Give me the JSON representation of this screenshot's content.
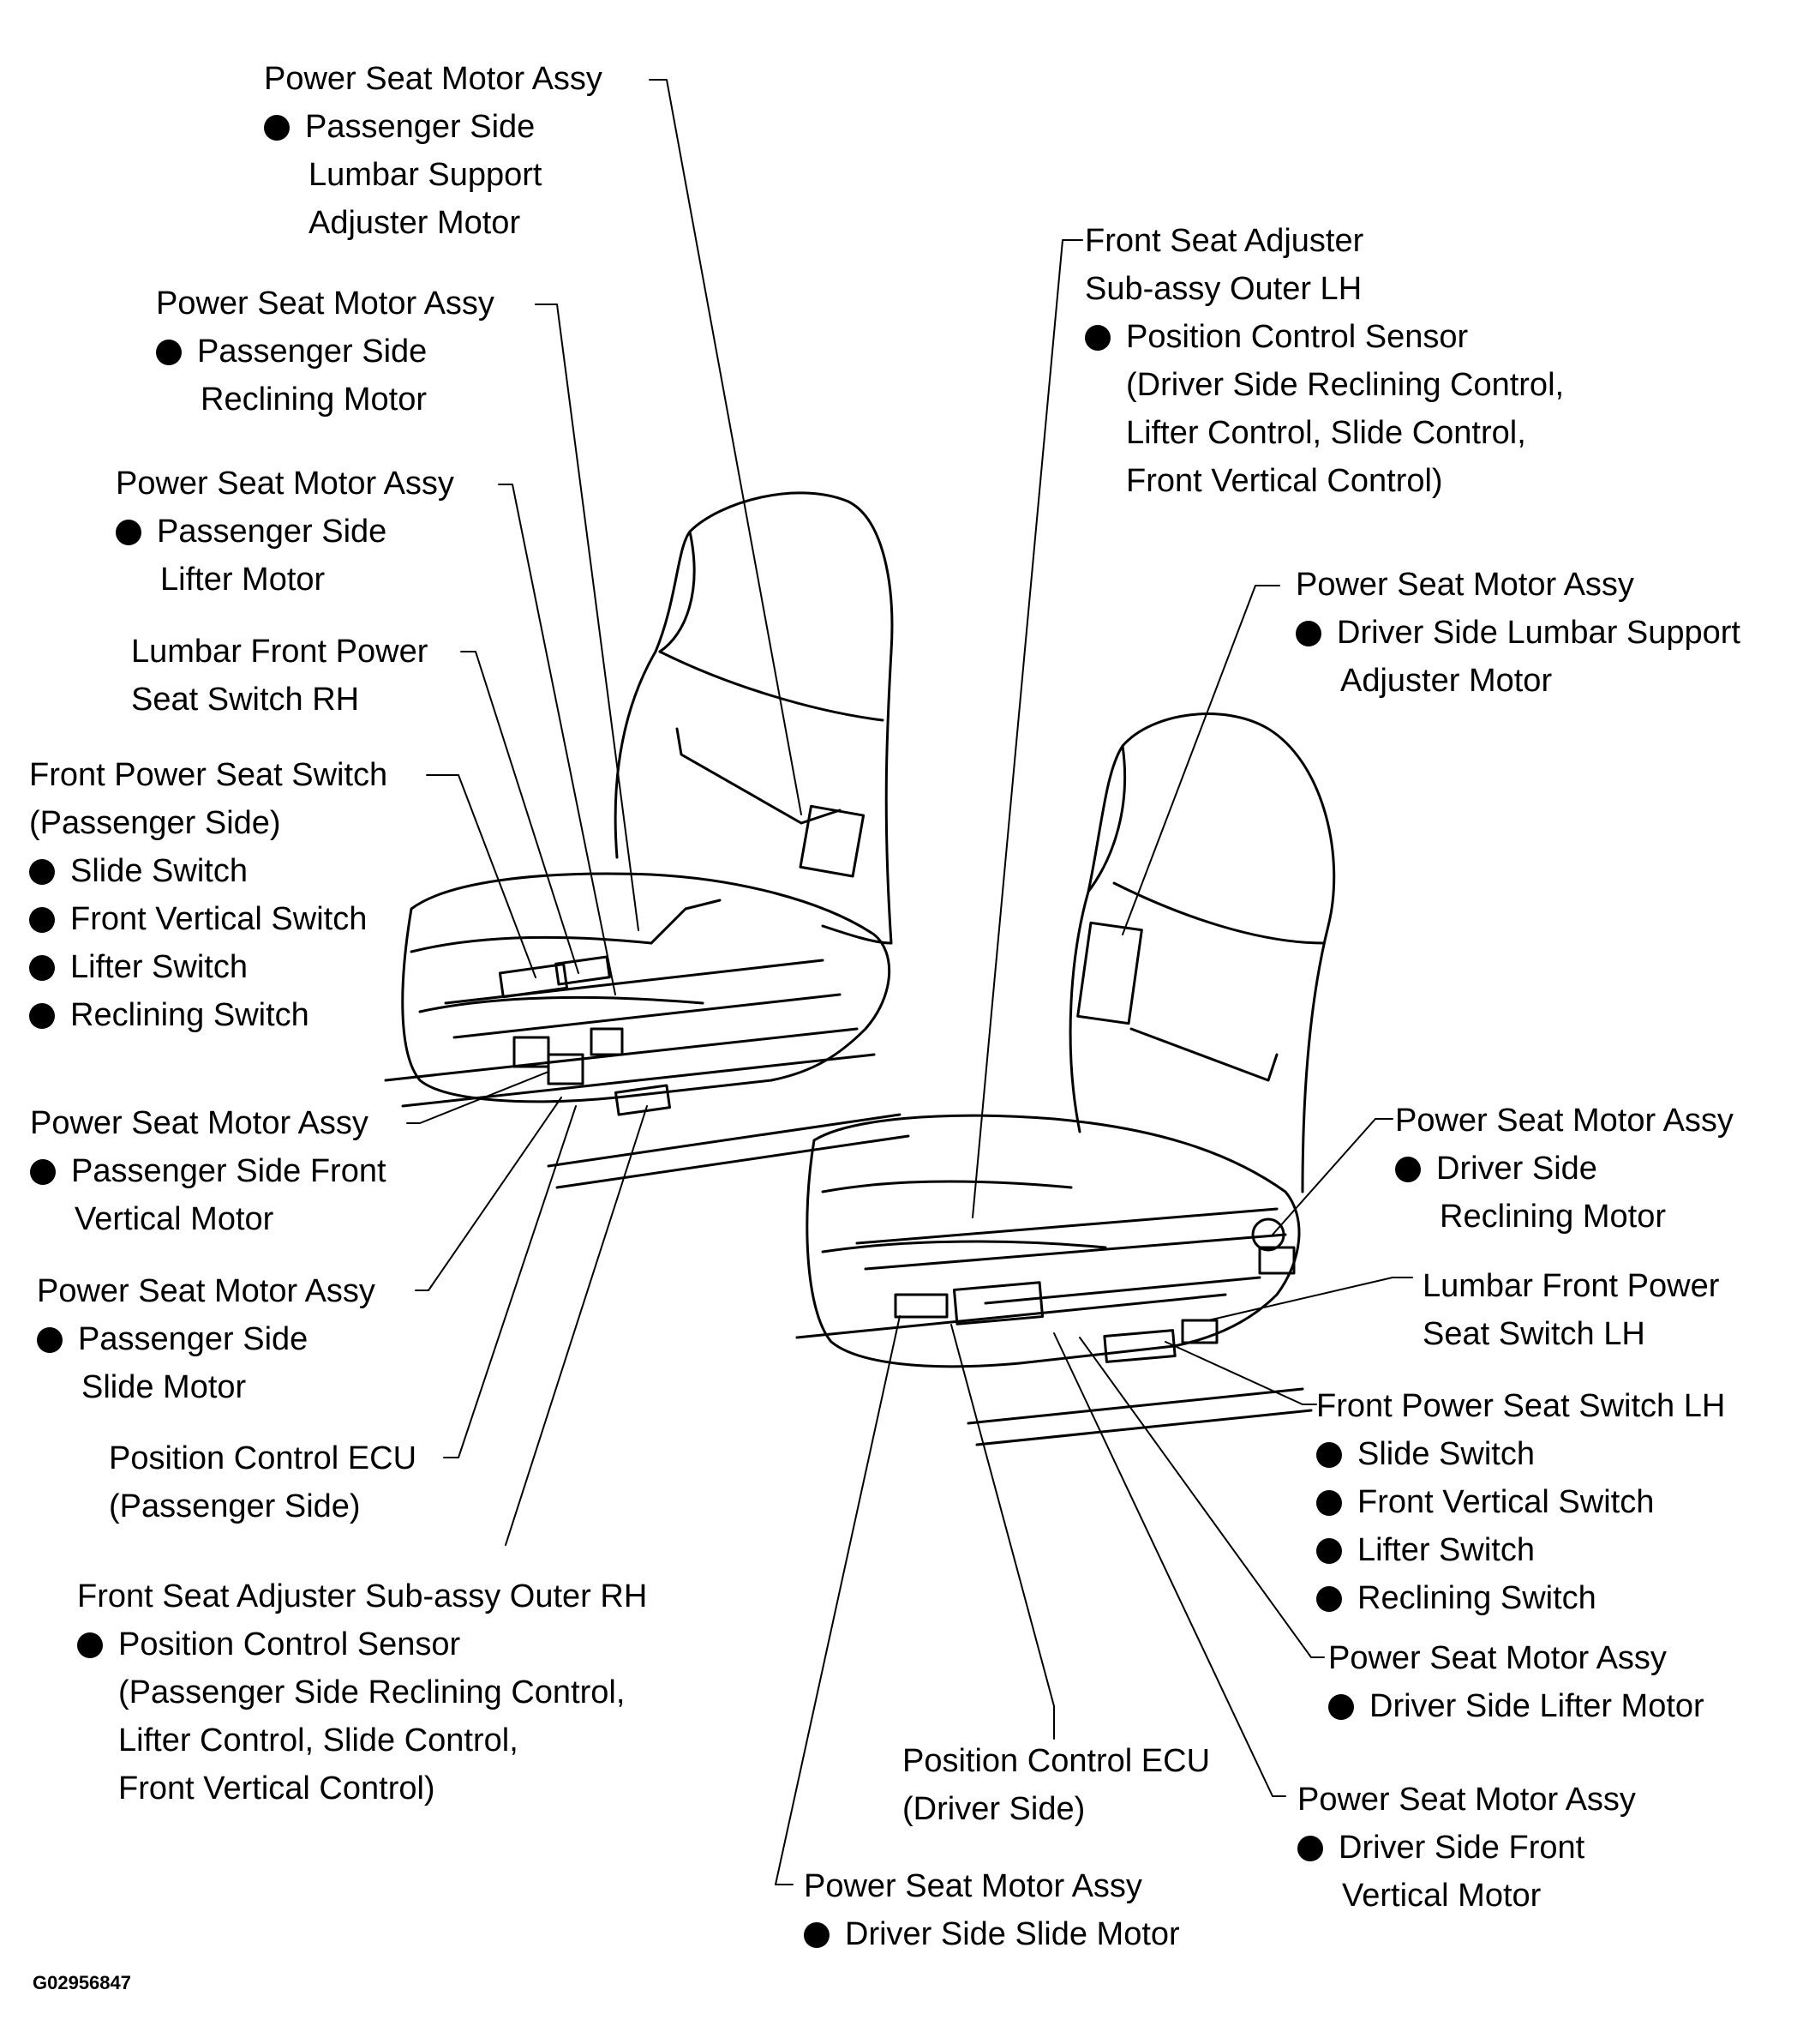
{
  "figure_code": "G02956847",
  "labels": {
    "pass_lumbar_motor": {
      "title": "Power Seat Motor Assy",
      "items": [
        "Passenger Side"
      ],
      "extra": [
        "Lumbar Support",
        "Adjuster Motor"
      ]
    },
    "pass_recline_motor": {
      "title": "Power Seat Motor Assy",
      "items": [
        "Passenger Side"
      ],
      "extra": [
        "Reclining Motor"
      ]
    },
    "pass_lifter_motor": {
      "title": "Power Seat Motor Assy",
      "items": [
        "Passenger Side"
      ],
      "extra": [
        "Lifter Motor"
      ]
    },
    "lumbar_switch_rh": {
      "lines": [
        "Lumbar Front Power",
        "Seat Switch RH"
      ]
    },
    "pass_seat_switch": {
      "title": "Front Power Seat Switch",
      "sub": "(Passenger Side)",
      "items": [
        "Slide Switch",
        "Front Vertical Switch",
        "Lifter Switch",
        "Reclining Switch"
      ]
    },
    "pass_front_vert": {
      "title": "Power Seat Motor Assy",
      "items": [
        "Passenger Side Front"
      ],
      "extra": [
        "Vertical Motor"
      ]
    },
    "pass_slide_motor": {
      "title": "Power Seat Motor Assy",
      "items": [
        "Passenger Side"
      ],
      "extra": [
        "Slide Motor"
      ]
    },
    "pass_ecu": {
      "lines": [
        "Position Control ECU",
        "(Passenger Side)"
      ]
    },
    "adjuster_rh": {
      "title": "Front Seat Adjuster Sub-assy Outer RH",
      "items": [
        "Position Control Sensor"
      ],
      "extra": [
        "(Passenger Side Reclining Control,",
        "Lifter Control, Slide Control,",
        "Front Vertical Control)"
      ]
    },
    "adjuster_lh": {
      "lines": [
        "Front Seat Adjuster",
        "Sub-assy Outer LH"
      ],
      "items": [
        "Position Control Sensor"
      ],
      "extra": [
        "(Driver Side Reclining Control,",
        "Lifter Control, Slide Control,",
        "Front Vertical Control)"
      ]
    },
    "drv_lumbar_motor": {
      "title": "Power Seat Motor Assy",
      "items": [
        "Driver Side Lumbar Support"
      ],
      "extra": [
        "Adjuster Motor"
      ]
    },
    "drv_recline_motor": {
      "title": "Power Seat Motor Assy",
      "items": [
        "Driver Side"
      ],
      "extra": [
        "Reclining Motor"
      ]
    },
    "lumbar_switch_lh": {
      "lines": [
        "Lumbar Front Power",
        "Seat Switch LH"
      ]
    },
    "drv_seat_switch": {
      "title": "Front Power Seat Switch LH",
      "items": [
        "Slide Switch",
        "Front Vertical Switch",
        "Lifter Switch",
        "Reclining Switch"
      ]
    },
    "drv_lifter_motor": {
      "title": "Power Seat Motor Assy",
      "items": [
        "Driver Side Lifter Motor"
      ]
    },
    "drv_ecu": {
      "lines": [
        "Position Control ECU",
        "(Driver Side)"
      ]
    },
    "drv_front_vert": {
      "title": "Power Seat Motor Assy",
      "items": [
        "Driver Side Front"
      ],
      "extra": [
        "Vertical Motor"
      ]
    },
    "drv_slide_motor": {
      "title": "Power Seat Motor Assy",
      "items": [
        "Driver Side Slide Motor"
      ]
    }
  }
}
